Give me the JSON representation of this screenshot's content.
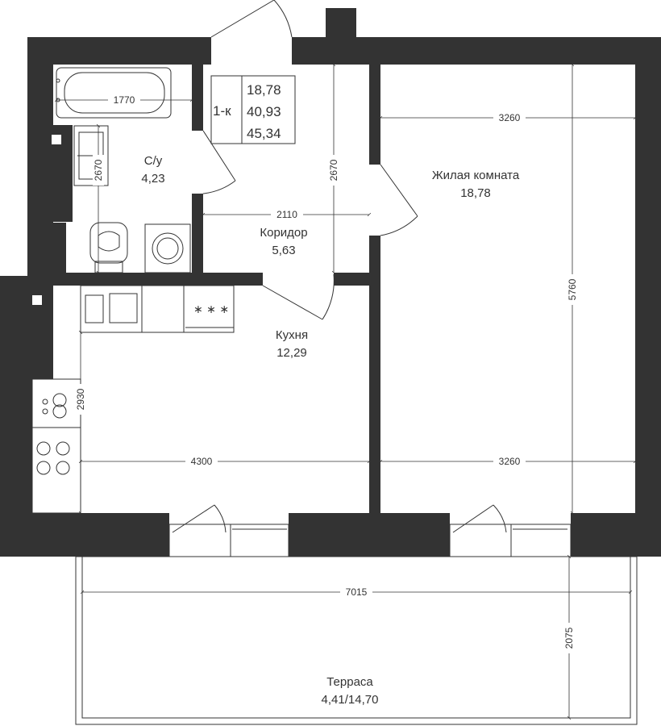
{
  "summary": {
    "type": "1-к",
    "living_area": "18,78",
    "total_area": "40,93",
    "total_area_with_terrace": "45,34"
  },
  "rooms": {
    "bathroom": {
      "name": "С/у",
      "area": "4,23"
    },
    "corridor": {
      "name": "Коридор",
      "area": "5,63"
    },
    "living": {
      "name": "Жилая комната",
      "area": "18,78"
    },
    "kitchen": {
      "name": "Кухня",
      "area": "12,29"
    },
    "terrace": {
      "name": "Терраса",
      "area": "4,41/14,70"
    }
  },
  "dimensions": {
    "bath_width": "1770",
    "bath_height": "2670",
    "corridor_height": "2670",
    "corridor_width": "2110",
    "living_width_top": "3260",
    "living_height": "5760",
    "kitchen_side": "2930",
    "kitchen_width": "4300",
    "living_width_bottom": "3260",
    "terrace_width": "7015",
    "terrace_depth": "2075"
  },
  "colors": {
    "wall": "#333333",
    "background": "#ffffff"
  }
}
